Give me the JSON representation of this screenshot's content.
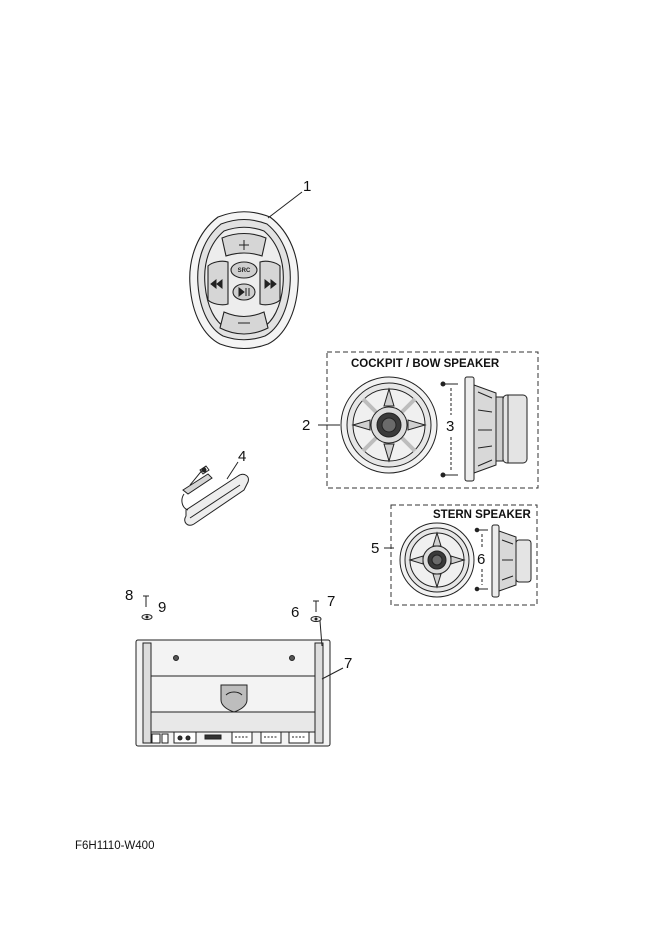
{
  "diagram": {
    "part_code": "F6H1110-W400",
    "callouts": [
      "1",
      "2",
      "3",
      "4",
      "5",
      "6",
      "7",
      "8",
      "9",
      "6",
      "7"
    ],
    "group_titles": [
      "COCKPIT / BOW SPEAKER",
      "STERN SPEAKER"
    ],
    "remote_button_text": "SRC",
    "colors": {
      "line": "#222222",
      "fill": "#f4f4f4",
      "shade": "#d9d9d9",
      "dark": "#3a3a3a"
    }
  }
}
